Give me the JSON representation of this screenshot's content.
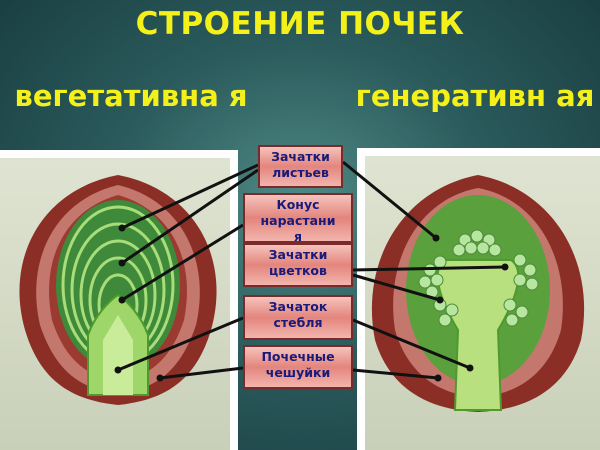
{
  "title": "СТРОЕНИЕ ПОЧЕК",
  "left_heading": "вегетативна я",
  "right_heading": "генеративн ая",
  "labels": [
    {
      "line1": "Зачатки",
      "line2": "листьев"
    },
    {
      "line1": "Конус",
      "line2": "нарастани",
      "line3": "я"
    },
    {
      "line1": "Зачатки",
      "line2": "цветков"
    },
    {
      "line1": "Зачаток",
      "line2": "стебля"
    },
    {
      "line1": "Почечные",
      "line2": "чешуйки"
    }
  ],
  "colors": {
    "heading": "#f4f01a",
    "label_text": "#1a1a7a",
    "scale": "#8b2f26",
    "leaf": "#7cc24a"
  }
}
